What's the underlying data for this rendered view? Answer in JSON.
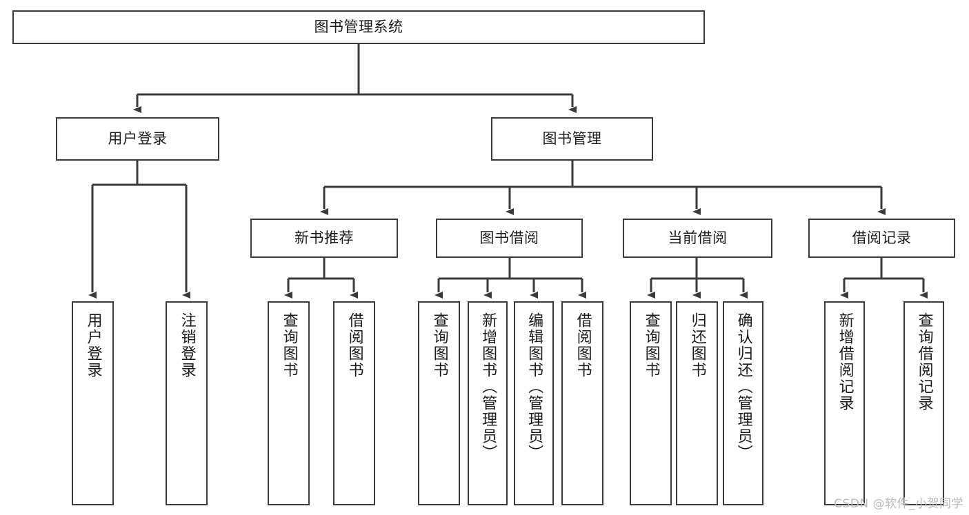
{
  "diagram": {
    "type": "tree-hierarchy-chart",
    "title": "图书管理系统",
    "watermark": "CSDN @软件_小贺同学",
    "colors": {
      "box_border": "#3a3a3a",
      "box_fill": "#ffffff",
      "edge": "#3a3a3a",
      "text": "#1c1c1c",
      "watermark": "#b9b9b9"
    },
    "levels": [
      {
        "level": 1,
        "nodes": [
          {
            "id": "root",
            "label": "图书管理系统",
            "orientation": "horizontal"
          }
        ]
      },
      {
        "level": 2,
        "nodes": [
          {
            "id": "user-login",
            "label": "用户登录",
            "orientation": "horizontal",
            "parent": "root"
          },
          {
            "id": "book-manage",
            "label": "图书管理",
            "orientation": "horizontal",
            "parent": "root"
          }
        ]
      },
      {
        "level": 3,
        "nodes": [
          {
            "id": "new-book-recommend",
            "label": "新书推荐",
            "orientation": "horizontal",
            "parent": "book-manage"
          },
          {
            "id": "book-borrow",
            "label": "图书借阅",
            "orientation": "horizontal",
            "parent": "book-manage"
          },
          {
            "id": "current-borrow",
            "label": "当前借阅",
            "orientation": "horizontal",
            "parent": "book-manage"
          },
          {
            "id": "borrow-record",
            "label": "借阅记录",
            "orientation": "horizontal",
            "parent": "book-manage"
          }
        ]
      },
      {
        "level": 4,
        "nodes": [
          {
            "id": "leaf-user-login",
            "label": "用户登录",
            "orientation": "vertical",
            "parent": "user-login"
          },
          {
            "id": "leaf-logout-login",
            "label": "注销登录",
            "orientation": "vertical",
            "parent": "user-login"
          },
          {
            "id": "leaf-query-book-1",
            "label": "查询图书",
            "orientation": "vertical",
            "parent": "new-book-recommend"
          },
          {
            "id": "leaf-borrow-book-1",
            "label": "借阅图书",
            "orientation": "vertical",
            "parent": "new-book-recommend"
          },
          {
            "id": "leaf-query-book-2",
            "label": "查询图书",
            "orientation": "vertical",
            "parent": "book-borrow"
          },
          {
            "id": "leaf-add-book",
            "label": "新增图书（管理员）",
            "orientation": "vertical",
            "parent": "book-borrow"
          },
          {
            "id": "leaf-edit-book",
            "label": "编辑图书（管理员）",
            "orientation": "vertical",
            "parent": "book-borrow"
          },
          {
            "id": "leaf-borrow-book-2",
            "label": "借阅图书",
            "orientation": "vertical",
            "parent": "book-borrow"
          },
          {
            "id": "leaf-query-book-3",
            "label": "查询图书",
            "orientation": "vertical",
            "parent": "current-borrow"
          },
          {
            "id": "leaf-return-book",
            "label": "归还图书",
            "orientation": "vertical",
            "parent": "current-borrow"
          },
          {
            "id": "leaf-confirm-return",
            "label": "确认归还（管理员）",
            "orientation": "vertical",
            "parent": "current-borrow"
          },
          {
            "id": "leaf-add-record",
            "label": "新增借阅记录",
            "orientation": "vertical",
            "parent": "borrow-record"
          },
          {
            "id": "leaf-query-record",
            "label": "查询借阅记录",
            "orientation": "vertical",
            "parent": "borrow-record"
          }
        ]
      }
    ]
  }
}
